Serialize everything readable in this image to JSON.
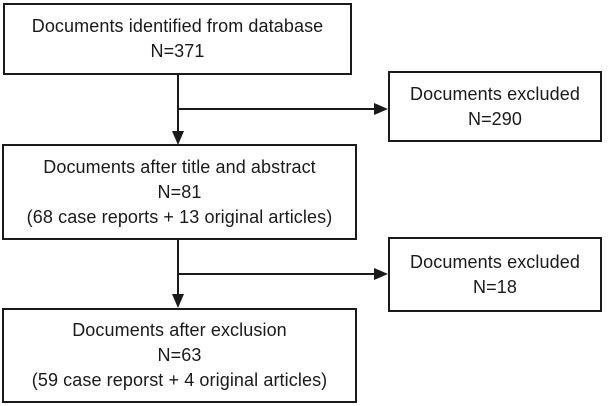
{
  "flowchart": {
    "colors": {
      "line": "#1a1a1a",
      "text": "#1a1a1a",
      "background": "#ffffff"
    },
    "boxes": [
      {
        "id": "identified",
        "lines": [
          "Documents identified from database",
          "N=371"
        ]
      },
      {
        "id": "excluded-1",
        "lines": [
          "Documents excluded",
          "N=290"
        ]
      },
      {
        "id": "title-abstract",
        "lines": [
          "Documents after title and abstract",
          "N=81",
          "(68 case reports + 13 original articles)"
        ]
      },
      {
        "id": "excluded-2",
        "lines": [
          "Documents excluded",
          "N=18"
        ]
      },
      {
        "id": "after-exclusion",
        "lines": [
          "Documents after exclusion",
          "N=63",
          "(59 case reporst + 4 original articles)"
        ]
      }
    ]
  }
}
